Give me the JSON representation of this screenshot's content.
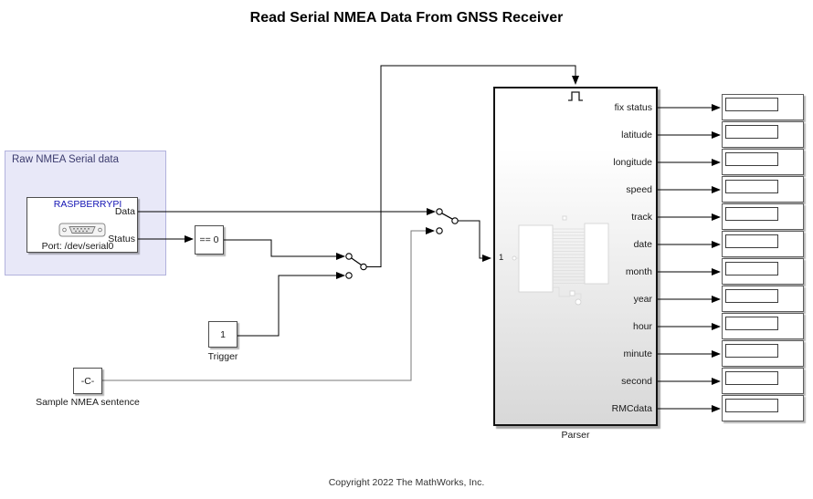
{
  "title": "Read Serial NMEA Data From GNSS Receiver",
  "copyright": "Copyright 2022 The MathWorks, Inc.",
  "area": {
    "label": "Raw NMEA Serial data"
  },
  "serial_block": {
    "device": "RASPBERRYPI",
    "port_text": "Port: /dev/serial0",
    "outputs": [
      "Data",
      "Status"
    ],
    "icon": "db9-serial-connector-icon"
  },
  "compare_block": {
    "label": "== 0"
  },
  "trigger_constant": {
    "value": "1",
    "label": "Trigger"
  },
  "sample_constant": {
    "value": "-C-",
    "label": "Sample NMEA sentence"
  },
  "switches": {
    "upper": "manual-switch",
    "lower": "manual-switch"
  },
  "parser": {
    "label": "Parser",
    "input_port": "1",
    "trigger_icon": "pulse-trigger-icon",
    "output_ports": [
      "fix status",
      "latitude",
      "longitude",
      "speed",
      "track",
      "date",
      "month",
      "year",
      "hour",
      "minute",
      "second",
      "RMCdata"
    ]
  },
  "displays": {
    "count": 12
  },
  "colors": {
    "device_text": "#1414b4",
    "area_fill": "#e8e8f8",
    "area_border": "#b2b2dd",
    "area_label": "#3c3c6e",
    "block_border": "#4d4d4d",
    "wire": "#000000",
    "wire_faded": "#787878",
    "parser_gradient_bottom": "#d8d8d8"
  }
}
